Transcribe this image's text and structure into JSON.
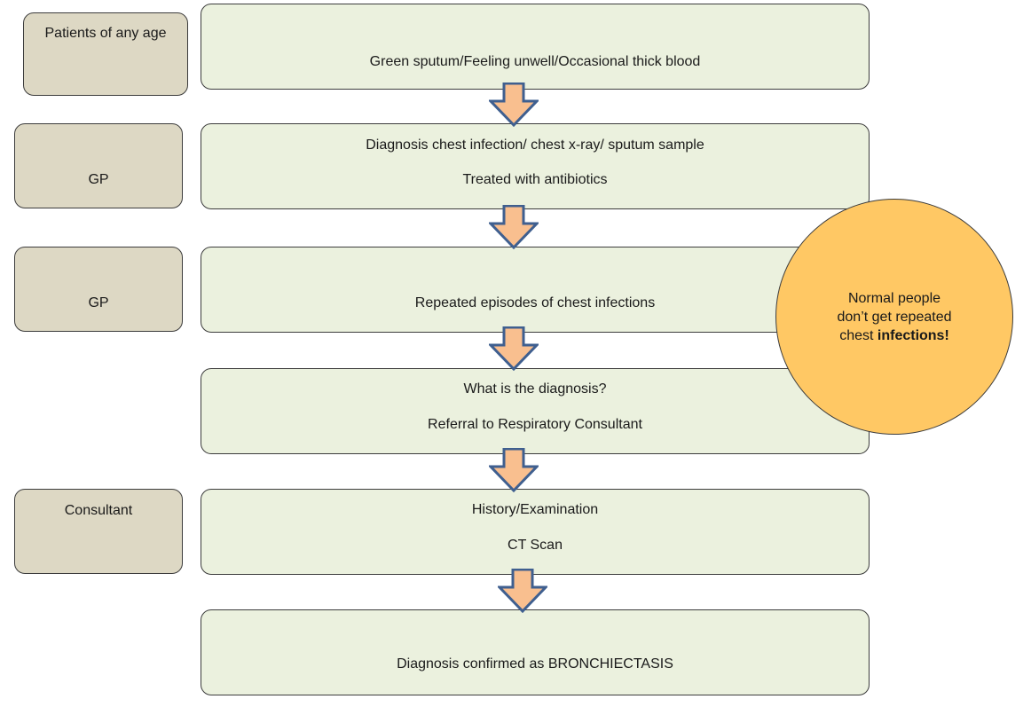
{
  "roles": {
    "patients": "Patients of any age",
    "gp1": "GP",
    "gp2": "GP",
    "consultant": "Consultant"
  },
  "steps": {
    "symptoms": "Green sputum/Feeling unwell/Occasional thick blood",
    "gp_diagnosis": "Diagnosis chest infection/ chest x-ray/ sputum sample",
    "gp_treatment": "Treated with antibiotics",
    "repeated": "Repeated episodes of chest infections",
    "question": "What is the diagnosis?",
    "referral": "Referral to Respiratory Consultant",
    "history": "History/Examination",
    "ct": "CT Scan",
    "confirmed": "Diagnosis confirmed as BRONCHIECTASIS"
  },
  "callout": {
    "line1": "Normal people",
    "line2": "don’t get repeated",
    "line3_normal": "chest ",
    "line3_bold": "infections!"
  },
  "colors": {
    "role_fill": "#ddd8c4",
    "step_fill": "#ebf1de",
    "arrow_fill": "#f9bf8f",
    "arrow_stroke": "#3f5f8f",
    "callout_fill": "#ffc864"
  }
}
